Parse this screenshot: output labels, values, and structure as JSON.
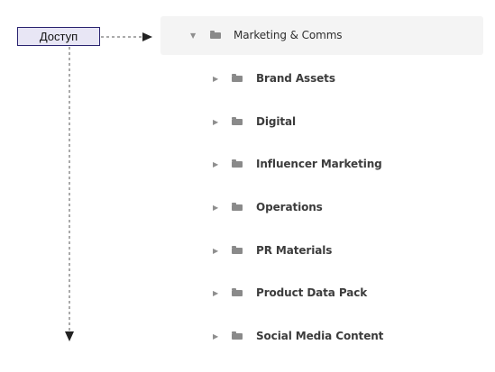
{
  "access_box": {
    "label": "Доступ"
  },
  "tree": {
    "root": {
      "label": "Marketing & Comms",
      "expanded": true,
      "icon": "folder-icon"
    },
    "children": [
      {
        "label": "Brand Assets",
        "icon": "folder-icon"
      },
      {
        "label": "Digital",
        "icon": "folder-icon"
      },
      {
        "label": "Influencer Marketing",
        "icon": "folder-icon"
      },
      {
        "label": "Operations",
        "icon": "folder-icon"
      },
      {
        "label": "PR Materials",
        "icon": "folder-icon"
      },
      {
        "label": "Product Data Pack",
        "icon": "folder-icon"
      },
      {
        "label": "Social Media Content",
        "icon": "folder-icon"
      }
    ]
  },
  "colors": {
    "access_box_fill": "#e8e6f5",
    "access_box_border": "#2a2470",
    "root_row_bg": "#f4f4f4",
    "folder_icon": "#8a8a8a",
    "connector": "#444444"
  }
}
